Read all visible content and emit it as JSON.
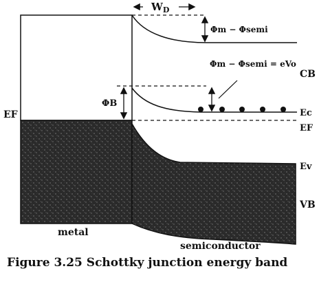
{
  "colors": {
    "ink": "#111111",
    "fill_dark": "#2a2a2a",
    "fill_mid": "#555555",
    "paper": "#ffffff"
  },
  "labels": {
    "wd": "WD",
    "wd_main": "W",
    "wd_sub": "D",
    "phi_diff": "Φm − Φsemi",
    "phi_eq": "Φm − Φsemi = eVo",
    "phi_b": "ΦB",
    "cb": "CB",
    "ec": "Ec",
    "ef_left": "EF",
    "ef_right": "EF",
    "ev": "Ev",
    "vb": "VB",
    "metal": "metal",
    "semiconductor": "semiconductor"
  },
  "caption": "Figure 3.25 Schottky junction energy band"
}
